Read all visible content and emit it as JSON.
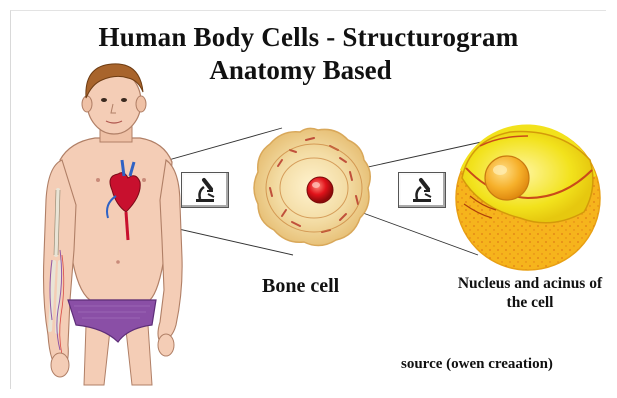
{
  "title": {
    "line1": "Human Body Cells - Structurogram",
    "line2": "Anatomy Based"
  },
  "labels": {
    "bone_cell": "Bone cell",
    "nucleus_line1": "Nucleus and acinus of",
    "nucleus_line2": "the cell",
    "source": "source (owen creaation)"
  },
  "icons": {
    "microscope_1": "microscope-icon",
    "microscope_2": "microscope-icon"
  },
  "colors": {
    "skin": "#f4cdb6",
    "hair": "#a8642c",
    "underwear": "#8a4fa6",
    "heart": "#c8102e",
    "bone_cell_body": "#f2dca8",
    "bone_cell_nucleus": "#e0121a",
    "cell_cytoplasm": "#f5e31a",
    "cell_outer": "#f6b41c",
    "cell_nucleus": "#f3a21a"
  }
}
